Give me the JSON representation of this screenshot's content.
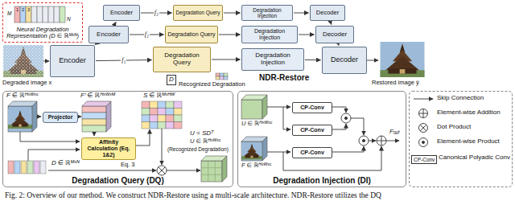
{
  "diagram": {
    "caption": "Fig. 2: Overview of our method. We construct NDR-Restore using a multi-scale architecture. NDR-Restore utilizes the DQ",
    "nodes": [
      {
        "text": [
          "Neural Degradation Representation (D ∈ ℝᴹˣᴺ)"
        ]
      },
      {
        "text": [
          "Encoder"
        ]
      },
      {
        "text": [
          "Encoder"
        ]
      },
      {
        "text": [
          "Encoder"
        ]
      },
      {
        "text": [
          "Degradation Query"
        ]
      },
      {
        "text": [
          "Degradation Query"
        ]
      },
      {
        "text": [
          "Degradation Query"
        ]
      },
      {
        "text": [
          "Degradation Injection"
        ]
      },
      {
        "text": [
          "Degradation Injection"
        ]
      },
      {
        "text": [
          "Degradation Injection"
        ]
      },
      {
        "text": [
          "Decoder"
        ]
      },
      {
        "text": [
          "Decoder"
        ]
      },
      {
        "text": [
          "Decoder"
        ]
      },
      {
        "text": [
          "Degradation Query (DQ)"
        ]
      },
      {
        "text": [
          "Projector"
        ],
        "in": 13
      },
      {
        "text": [
          "Affinity Calculation (Eq. 1&2)"
        ],
        "in": 13
      },
      {
        "text": [
          "Degradation Injection (DI)"
        ]
      },
      {
        "text": [
          "CP-Conv"
        ],
        "in": 16
      },
      {
        "text": [
          "CP-Conv"
        ],
        "in": 16
      },
      {
        "text": [
          "CP-Conv"
        ],
        "in": 16
      }
    ],
    "edges": [
      {
        "from": 1,
        "to": 2,
        "arrow": "to"
      },
      {
        "from": 2,
        "to": 3,
        "arrow": "to"
      },
      {
        "from": 1,
        "to": 4,
        "label": "f₁",
        "arrow": "to"
      },
      {
        "from": 2,
        "to": 5,
        "label": "f₂",
        "arrow": "to"
      },
      {
        "from": 3,
        "to": 6,
        "label": "f₃",
        "arrow": "to"
      },
      {
        "from": 4,
        "to": 7,
        "arrow": "to"
      },
      {
        "from": 5,
        "to": 8,
        "arrow": "to"
      },
      {
        "from": 6,
        "to": 9,
        "arrow": "to"
      },
      {
        "from": 9,
        "to": 10,
        "arrow": "to"
      },
      {
        "from": 8,
        "to": 11,
        "arrow": "to"
      },
      {
        "from": 7,
        "to": 12,
        "arrow": "to"
      },
      {
        "from": 10,
        "to": 11,
        "arrow": "to"
      },
      {
        "from": 11,
        "to": 12,
        "arrow": "to"
      }
    ],
    "labels": [
      "1",
      "2",
      "3",
      "M",
      "N",
      "Degraded image x",
      "D",
      "Recognized Degradation",
      "NDR-Restore",
      "Restored image ŷ",
      "F ∈ ℝᴴˣᵂˣᶜ",
      "F′ ∈ ℝᴴˣᵂˣᴹ",
      "S ∈ ℝᴹˣᴴᵂ",
      "D ∈ ℝᴹˣᴺ",
      "Eq. 3",
      "U = SDᵀ",
      "U ∈ ℝᴴˣᵂˣᶜ",
      "(Recognized Degradation)",
      "U ∈ ℝᴴˣᵂˣᶜ",
      "F ∈ ℝᴴˣᵂˣᶜ",
      "Fₒᵤₜ",
      "CP-Conv"
    ],
    "legend": [
      {
        "text": "Skip Connection"
      },
      {
        "text": "Element-wise Addition"
      },
      {
        "text": "Dot Product"
      },
      {
        "text": "Element-wise Product"
      },
      {
        "text": "Canonical Polyadic Conv"
      }
    ]
  }
}
